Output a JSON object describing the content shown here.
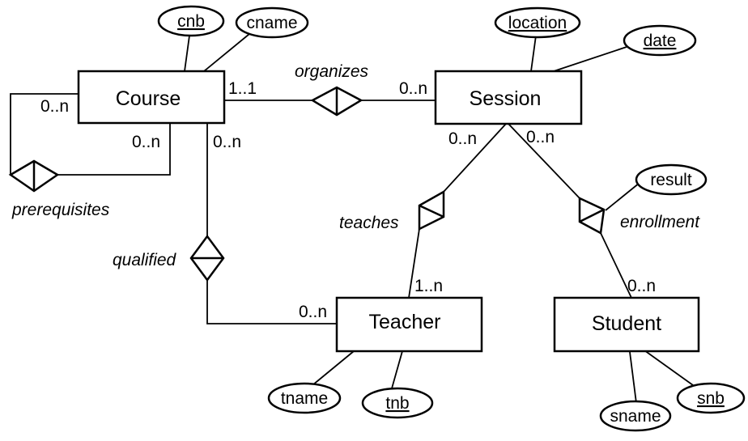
{
  "entities": {
    "course": "Course",
    "session": "Session",
    "teacher": "Teacher",
    "student": "Student"
  },
  "attributes": {
    "cnb": "cnb",
    "cname": "cname",
    "location": "location",
    "date": "date",
    "result": "result",
    "tname": "tname",
    "tnb": "tnb",
    "sname": "sname",
    "snb": "snb"
  },
  "relationships": {
    "organizes": "organizes",
    "prerequisites": "prerequisites",
    "qualified": "qualified",
    "teaches": "teaches",
    "enrollment": "enrollment"
  },
  "cardinalities": {
    "organizes_course": "1..1",
    "organizes_session": "0..n",
    "prereq_top": "0..n",
    "prereq_bottom": "0..n",
    "qualified_course": "0..n",
    "qualified_teacher": "0..n",
    "teaches_session": "0..n",
    "teaches_teacher": "1..n",
    "enrollment_session": "0..n",
    "enrollment_student": "0..n"
  }
}
